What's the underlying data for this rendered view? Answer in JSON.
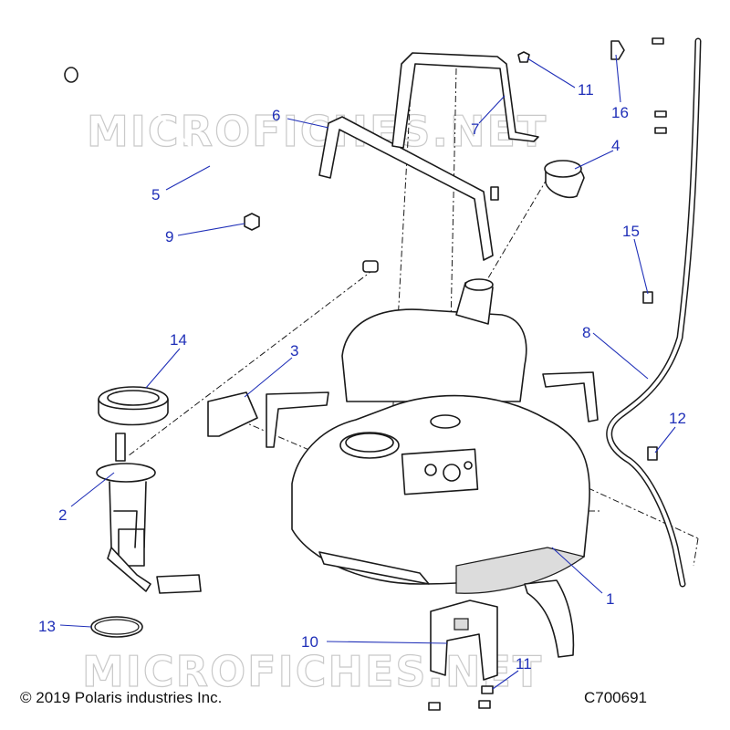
{
  "watermark_text": "MICROFICHES.NET",
  "copyright": "© 2019 Polaris industries Inc.",
  "figure_code": "C700691",
  "callouts": [
    {
      "id": "c1",
      "label": "1"
    },
    {
      "id": "c2",
      "label": "2"
    },
    {
      "id": "c3",
      "label": "3"
    },
    {
      "id": "c4",
      "label": "4"
    },
    {
      "id": "c5",
      "label": "5"
    },
    {
      "id": "c6",
      "label": "6"
    },
    {
      "id": "c7",
      "label": "7"
    },
    {
      "id": "c8",
      "label": "8"
    },
    {
      "id": "c9",
      "label": "9"
    },
    {
      "id": "c10",
      "label": "10"
    },
    {
      "id": "c11a",
      "label": "11"
    },
    {
      "id": "c11b",
      "label": "11"
    },
    {
      "id": "c12",
      "label": "12"
    },
    {
      "id": "c13",
      "label": "13"
    },
    {
      "id": "c14",
      "label": "14"
    },
    {
      "id": "c15",
      "label": "15"
    },
    {
      "id": "c16",
      "label": "16"
    }
  ]
}
